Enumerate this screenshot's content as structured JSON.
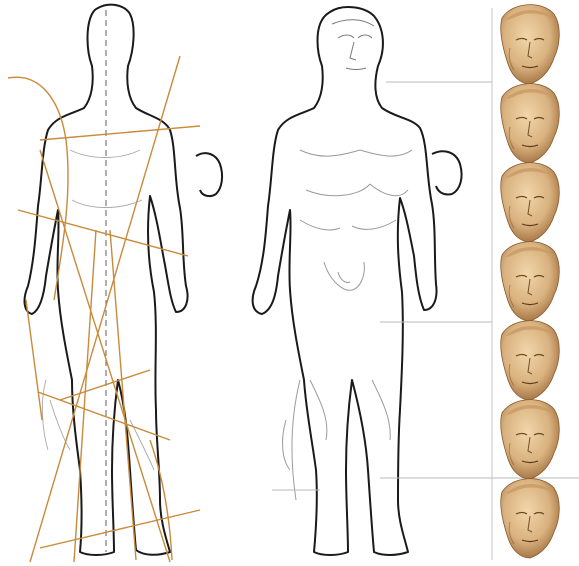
{
  "colors": {
    "outline": "#1a1a1a",
    "detail": "#9a9a9a",
    "construction": "#c98a3a",
    "measure": "#b9b9b9",
    "head_skin": "#d9b27f",
    "head_shadow": "#9c6b3a",
    "background": "#ffffff"
  },
  "panels": [
    {
      "name": "figure-with-construction-lines"
    },
    {
      "name": "figure-outline-with-anatomy"
    },
    {
      "name": "head-module-column"
    }
  ],
  "head_modules": {
    "count": 7
  }
}
